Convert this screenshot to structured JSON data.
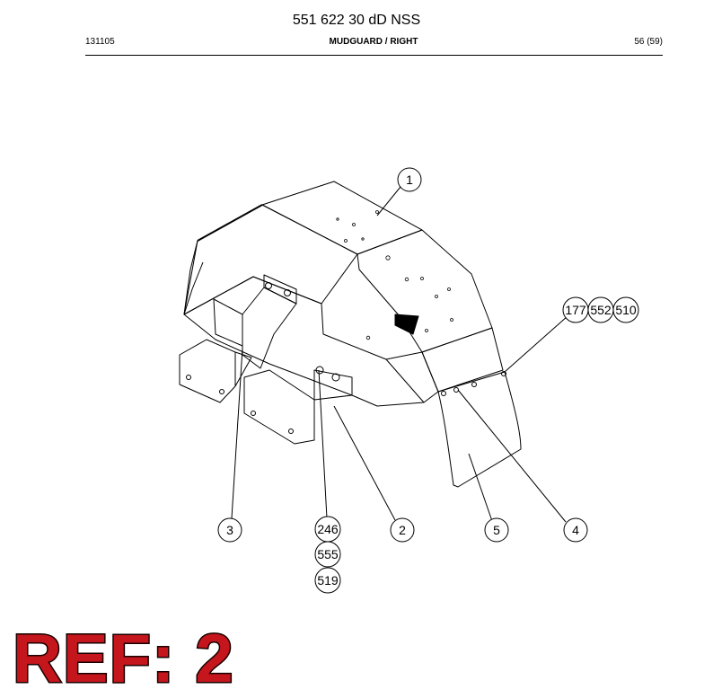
{
  "header": {
    "title": "551 622 30 dD NSS",
    "code": "131105",
    "part_name": "MUDGUARD / RIGHT",
    "page": "56 (59)"
  },
  "callouts": {
    "c1": "1",
    "c2": "2",
    "c3": "3",
    "c4": "4",
    "c5": "5",
    "c177": "177",
    "c552": "552",
    "c510": "510",
    "c246": "246",
    "c555": "555",
    "c519": "519"
  },
  "reference": "REF: 2"
}
